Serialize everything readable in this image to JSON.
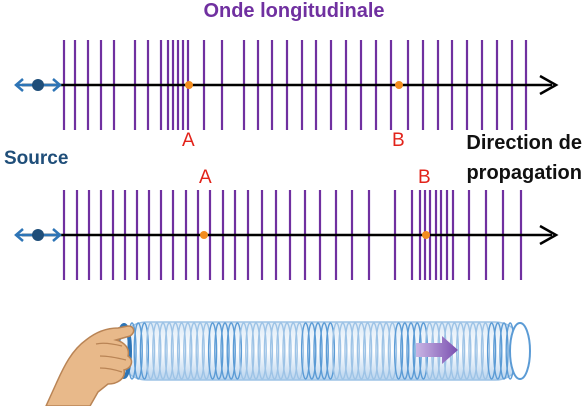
{
  "title": "Onde longitudinale",
  "source_label": "Source",
  "direction_label_line1": "Direction de",
  "direction_label_line2": "propagation",
  "point_a": "A",
  "point_b": "B",
  "colors": {
    "title": "#7030a0",
    "lines": "#7030a0",
    "axis": "#000000",
    "point": "#f28c1e",
    "labels": "#e2231a",
    "source": "#1f4e79",
    "source_arrow": "#2e75b6",
    "spring": "#9dc3e6",
    "spring_dark": "#5b9bd5",
    "hand": "#e8b98a"
  }
}
